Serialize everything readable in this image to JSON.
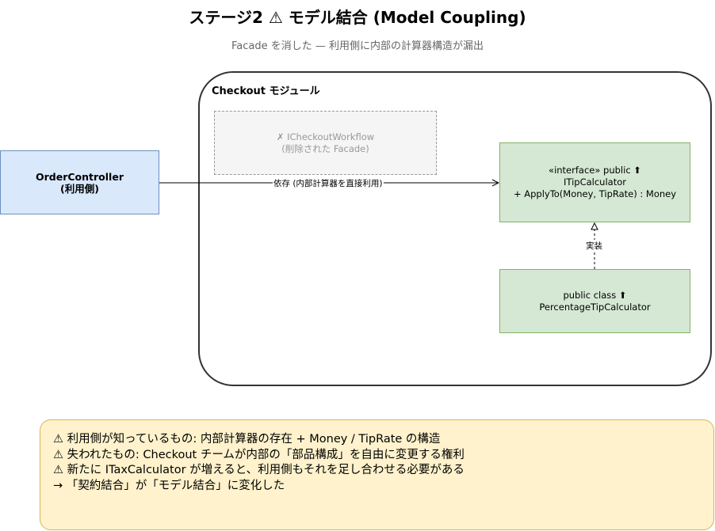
{
  "header": {
    "title": "ステージ2 ⚠ モデル結合 (Model Coupling)",
    "subtitle": "Facade を消した — 利用側に内部の計算器構造が漏出"
  },
  "module": {
    "label": "Checkout モジュール"
  },
  "nodes": {
    "controller": {
      "line1": "OrderController",
      "line2": "(利用側)"
    },
    "facade": {
      "line1": "✗ ICheckoutWorkflow",
      "line2": "(削除された Facade)"
    },
    "interface": {
      "line1": "«interface» public ⬆",
      "line2": "ITipCalculator",
      "line3": "+ ApplyTo(Money, TipRate) : Money"
    },
    "impl": {
      "line1": "public class ⬆",
      "line2": "PercentageTipCalculator"
    }
  },
  "edges": {
    "depends_label": "依存 (内部計算器を直接利用)",
    "implements_label": "実装"
  },
  "notes": {
    "lines": [
      "⚠ 利用側が知っているもの: 内部計算器の存在 + Money / TipRate の構造",
      "⚠ 失われたもの: Checkout チームが内部の「部品構成」を自由に変更する権利",
      "⚠ 新たに ITaxCalculator が増えると、利用側もそれを足し合わせる必要がある",
      "→ 「契約結合」が「モデル結合」に変化した"
    ]
  },
  "colors": {
    "controller_fill": "#dae8fc",
    "controller_stroke": "#6c8ebf",
    "class_fill": "#d5e8d4",
    "class_stroke": "#82b366",
    "removed_fill": "#f5f5f5",
    "removed_text": "#999999",
    "note_fill": "#fff2cc",
    "note_stroke": "#d6b656"
  }
}
